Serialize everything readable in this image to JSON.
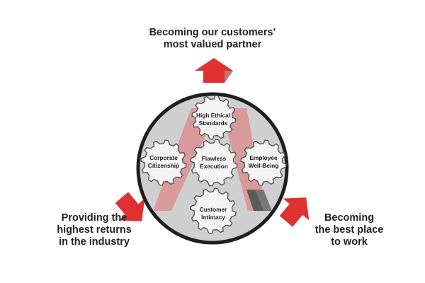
{
  "captions": {
    "top": [
      "Becoming our customers’",
      "most valued partner"
    ],
    "left": [
      "Providing the",
      "highest returns",
      "in the industry"
    ],
    "right": [
      "Becoming",
      "the best place",
      "to work"
    ]
  },
  "gears": {
    "top": [
      "High Ethical",
      "Standards"
    ],
    "left": [
      "Corporate",
      "Citizenship"
    ],
    "center": [
      "Flawless",
      "Execution"
    ],
    "right": [
      "Employee",
      "Well-Being"
    ],
    "bottom": [
      "Customer",
      "Intimacy"
    ]
  },
  "colors": {
    "arrow_red": "#e03131",
    "arrow_dark": "#9c1212",
    "circle_fill": "#cfcfcf",
    "circle_border": "#1f1f1f",
    "logo_pink": "#d99a9a",
    "logo_gray": "#777777",
    "gear_fill": "#f4f4f4",
    "gear_stroke": "#555555"
  }
}
